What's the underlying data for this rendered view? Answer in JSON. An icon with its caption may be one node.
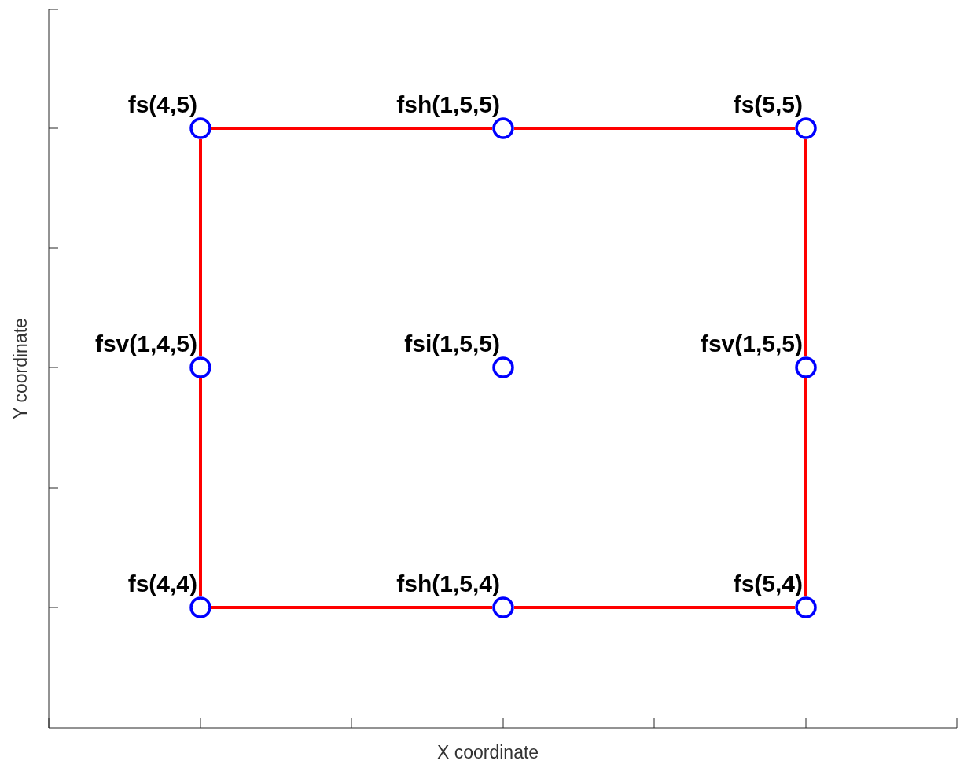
{
  "diagram": {
    "nodes": [
      {
        "text": [],
        "shape": "circle",
        "beside": [
          "fs(4,5)"
        ]
      },
      {
        "text": [],
        "shape": "circle",
        "beside": [
          "fsh(1,5,5)"
        ]
      },
      {
        "text": [],
        "shape": "circle",
        "beside": [
          "fs(5,5)"
        ]
      },
      {
        "text": [],
        "shape": "circle",
        "beside": [
          "fsv(1,4,5)"
        ]
      },
      {
        "text": [],
        "shape": "circle",
        "beside": [
          "fsi(1,5,5)"
        ]
      },
      {
        "text": [],
        "shape": "circle",
        "beside": [
          "fsv(1,5,5)"
        ]
      },
      {
        "text": [],
        "shape": "circle",
        "beside": [
          "fs(4,4)"
        ]
      },
      {
        "text": [],
        "shape": "circle",
        "beside": [
          "fsh(1,5,4)"
        ]
      },
      {
        "text": [],
        "shape": "circle",
        "beside": [
          "fs(5,4)"
        ]
      }
    ],
    "edges": [
      {
        "from": 0,
        "to": 1,
        "arrow": "none"
      },
      {
        "from": 1,
        "to": 2,
        "arrow": "none"
      },
      {
        "from": 2,
        "to": 5,
        "arrow": "none"
      },
      {
        "from": 5,
        "to": 8,
        "arrow": "none"
      },
      {
        "from": 8,
        "to": 7,
        "arrow": "none"
      },
      {
        "from": 7,
        "to": 6,
        "arrow": "none"
      },
      {
        "from": 6,
        "to": 3,
        "arrow": "none"
      },
      {
        "from": 3,
        "to": 0,
        "arrow": "none"
      }
    ],
    "labels": [
      "Y coordinate",
      "X coordinate"
    ]
  }
}
